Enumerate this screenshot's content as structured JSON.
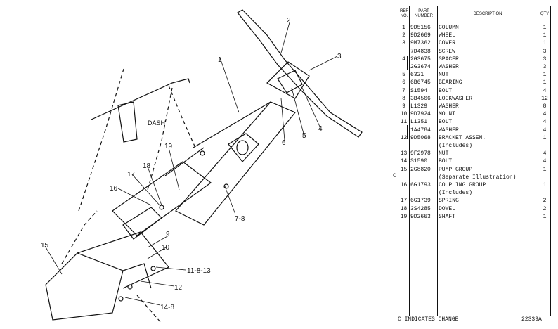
{
  "drawing": {
    "dash_label": "DASH",
    "callouts": [
      "1",
      "2",
      "3",
      "4",
      "5",
      "6",
      "7-8",
      "9",
      "10",
      "11-8-13",
      "12",
      "14-8",
      "15",
      "16",
      "17",
      "18",
      "19"
    ]
  },
  "parts_list": {
    "headers": {
      "ref": "REF NO.",
      "part": "PART NUMBER",
      "desc": "DESCRIPTION",
      "qty": "QTY"
    },
    "rows": [
      {
        "ref": "1",
        "part": "9D5156",
        "desc": "COLUMN",
        "qty": "1"
      },
      {
        "ref": "2",
        "part": "9D2669",
        "desc": "WHEEL",
        "qty": "1"
      },
      {
        "ref": "3",
        "part": "9M7362",
        "desc": "COVER",
        "qty": "1"
      },
      {
        "ref": "",
        "part": "7D4838",
        "desc": "SCREW",
        "qty": "3"
      },
      {
        "ref": "4",
        "part": "2G3675",
        "desc": "SPACER",
        "qty": "3"
      },
      {
        "ref": "",
        "part": "2G3674",
        "desc": "WASHER",
        "qty": "3"
      },
      {
        "ref": "5",
        "part": "6321",
        "desc": "NUT",
        "qty": "1"
      },
      {
        "ref": "6",
        "part": "6B6745",
        "desc": "BEARING",
        "qty": "1"
      },
      {
        "ref": "7",
        "part": "S1594",
        "desc": "BOLT",
        "qty": "4"
      },
      {
        "ref": "8",
        "part": "3B4506",
        "desc": "LOCKWASHER",
        "qty": "12"
      },
      {
        "ref": "9",
        "part": "L1329",
        "desc": "WASHER",
        "qty": "8"
      },
      {
        "ref": "10",
        "part": "9D7924",
        "desc": "MOUNT",
        "qty": "4"
      },
      {
        "ref": "11",
        "part": "L1351",
        "desc": "BOLT",
        "qty": "4"
      },
      {
        "ref": "",
        "part": "1A4784",
        "desc": "WASHER",
        "qty": "4"
      },
      {
        "ref": "12",
        "part": "9D5068",
        "desc": "BRACKET ASSEM.",
        "qty": "1"
      },
      {
        "ref": "",
        "part": "",
        "desc": "(Includes)",
        "qty": ""
      },
      {
        "ref": "13",
        "part": "9F2978",
        "desc": "NUT",
        "qty": "4"
      },
      {
        "ref": "14",
        "part": "S1590",
        "desc": "BOLT",
        "qty": "4"
      },
      {
        "ref": "15",
        "part": "2G8820",
        "desc": "PUMP GROUP",
        "qty": "1"
      },
      {
        "ref": "",
        "part": "",
        "desc": "(Separate Illustration)",
        "qty": ""
      },
      {
        "ref": "16",
        "part": "6G1793",
        "desc": "COUPLING GROUP",
        "qty": "1"
      },
      {
        "ref": "",
        "part": "",
        "desc": "(Includes)",
        "qty": ""
      },
      {
        "ref": "17",
        "part": "6G1739",
        "desc": "SPRING",
        "qty": "2"
      },
      {
        "ref": "18",
        "part": "3S4285",
        "desc": "DOWEL",
        "qty": "2"
      },
      {
        "ref": "19",
        "part": "9D2663",
        "desc": "SHAFT",
        "qty": "1"
      }
    ]
  },
  "change_mark": "C",
  "footer": {
    "note": "C INDICATES CHANGE",
    "number": "22339A"
  }
}
